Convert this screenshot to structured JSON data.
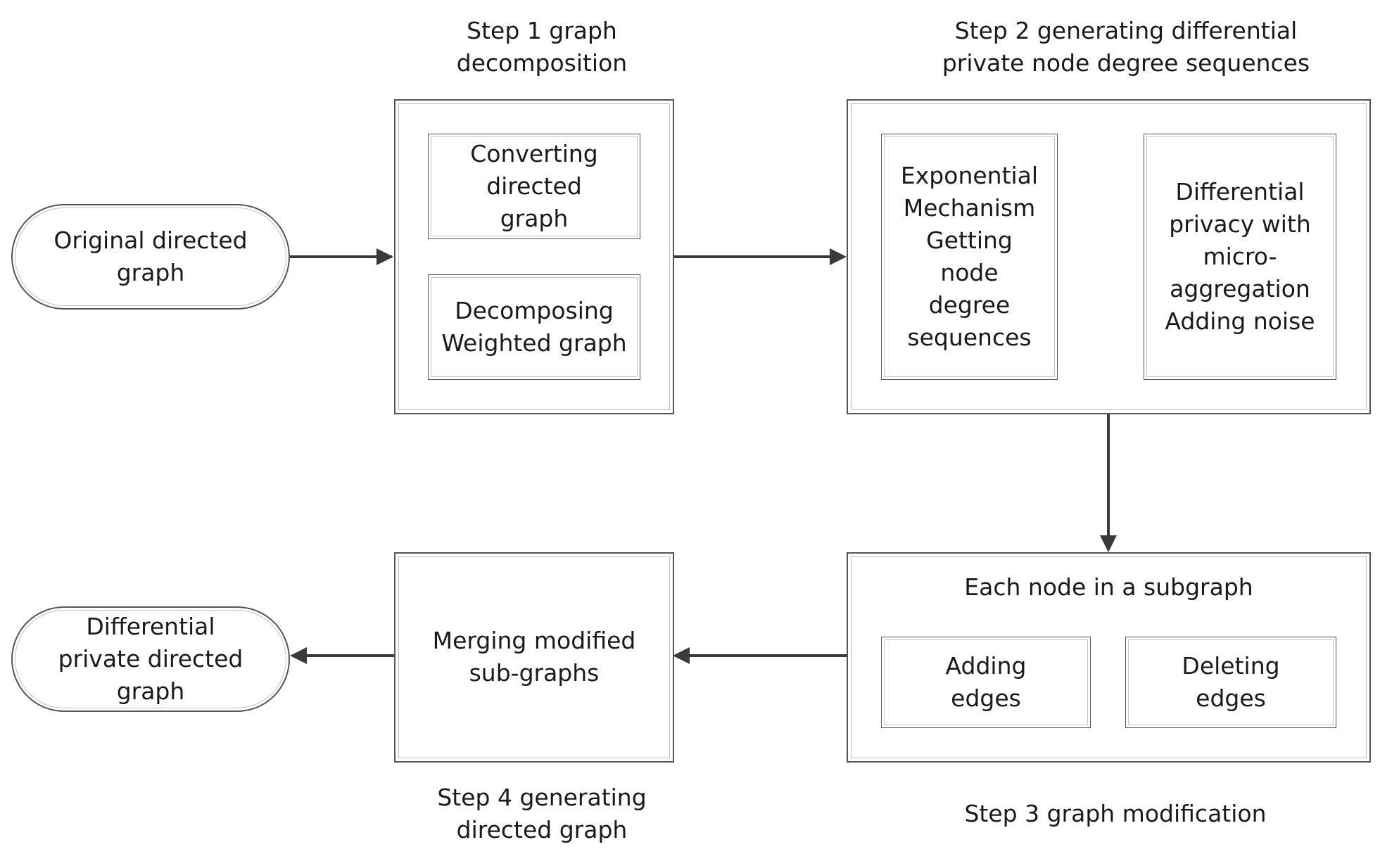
{
  "nodes": {
    "start": "Original directed\ngraph",
    "end": "Differential\nprivate directed\ngraph",
    "converting": "Converting\ndirected\ngraph",
    "decomposing": "Decomposing\nWeighted graph",
    "exponential": "Exponential\nMechanism\nGetting\nnode\ndegree\nsequences",
    "dp_micro": "Differential\nprivacy with\nmicro-\naggregation\nAdding noise",
    "each_node": "Each node in a subgraph",
    "adding_edges": "Adding\nedges",
    "deleting_edges": "Deleting\nedges",
    "merging": "Merging modified\nsub-graphs"
  },
  "steps": {
    "step1": "Step 1 graph\ndecomposition",
    "step2": "Step 2 generating  differential\nprivate node degree sequences",
    "step3": "Step 3 graph modification",
    "step4": "Step 4  generating\ndirected graph"
  }
}
